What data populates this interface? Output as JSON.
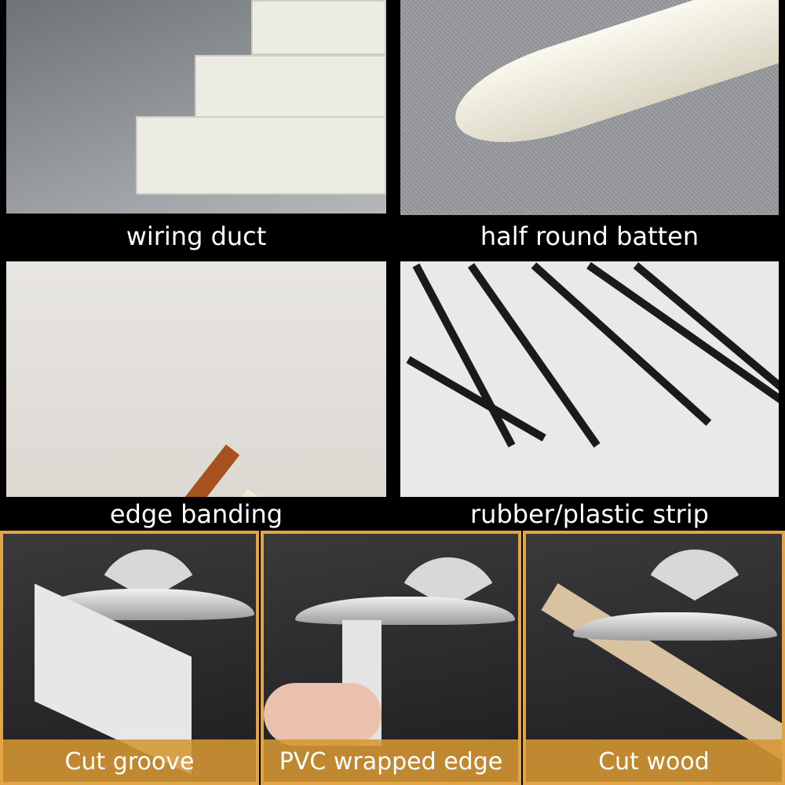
{
  "top_grid": [
    {
      "label": "wiring duct"
    },
    {
      "label": "half round batten"
    },
    {
      "label": "edge banding"
    },
    {
      "label": "rubber/plastic strip"
    }
  ],
  "bottom_row": [
    {
      "caption": "Cut groove"
    },
    {
      "caption": "PVC wrapped edge"
    },
    {
      "caption": "Cut wood"
    }
  ],
  "colors": {
    "border": "#e2a445",
    "caption_bg": "#d69632",
    "background": "#000000"
  }
}
